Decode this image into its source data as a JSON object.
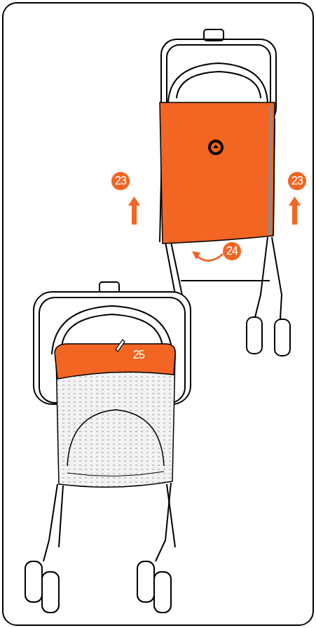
{
  "diagram": {
    "labels": [
      "23",
      "23",
      "24",
      "25"
    ]
  }
}
